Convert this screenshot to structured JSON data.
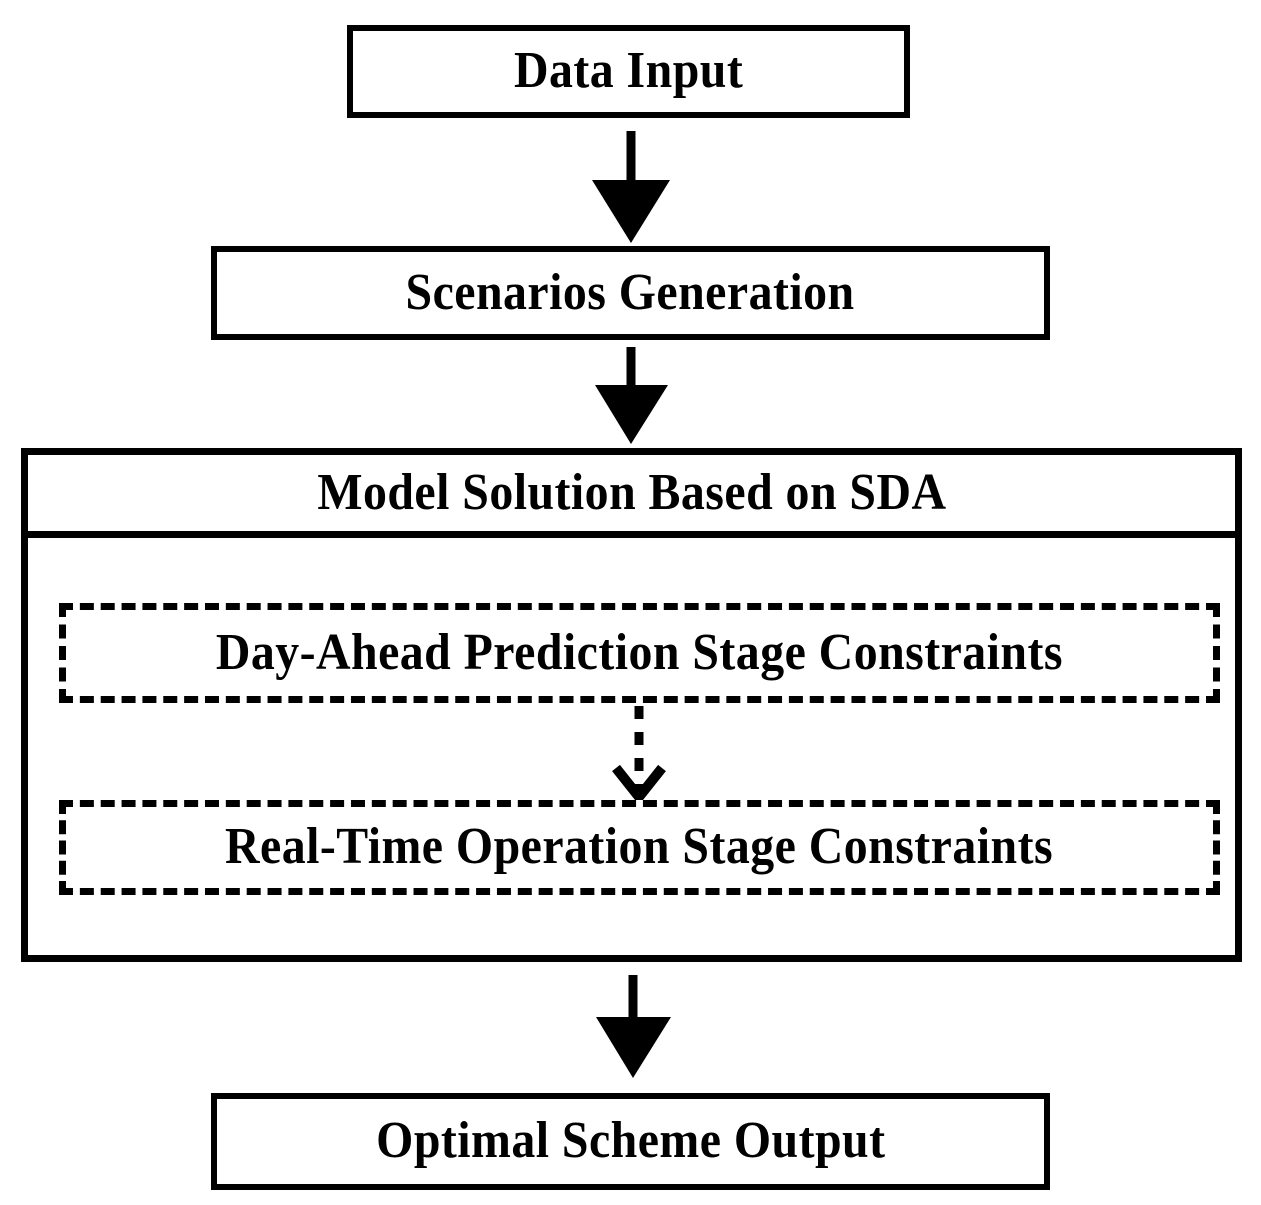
{
  "diagram": {
    "title": "Model Solution Based on SDA flowchart",
    "background_color": "#ffffff",
    "line_color": "#000000",
    "nodes": {
      "data_input": {
        "label": "Data Input",
        "shape": "rectangle",
        "border": "solid"
      },
      "scenarios_generation": {
        "label": "Scenarios Generation",
        "shape": "rectangle",
        "border": "solid"
      },
      "model_solution": {
        "label": "Model Solution Based on SDA",
        "shape": "rectangle",
        "border": "solid"
      },
      "day_ahead_constraints": {
        "label": "Day-Ahead Prediction Stage Constraints",
        "shape": "rectangle",
        "border": "dashed"
      },
      "real_time_constraints": {
        "label": "Real-Time Operation Stage Constraints",
        "shape": "rectangle",
        "border": "dashed"
      },
      "optimal_output": {
        "label": "Optimal Scheme Output",
        "shape": "rectangle",
        "border": "solid"
      }
    },
    "edges": [
      {
        "from": "data_input",
        "to": "scenarios_generation",
        "style": "solid",
        "head": "filled-triangle",
        "direction": "down"
      },
      {
        "from": "scenarios_generation",
        "to": "model_solution",
        "style": "solid",
        "head": "filled-triangle",
        "direction": "down"
      },
      {
        "from": "day_ahead_constraints",
        "to": "real_time_constraints",
        "style": "dashed",
        "head": "open-v",
        "direction": "down"
      },
      {
        "from": "model_solution",
        "to": "optimal_output",
        "style": "solid",
        "head": "filled-triangle",
        "direction": "down"
      }
    ]
  }
}
